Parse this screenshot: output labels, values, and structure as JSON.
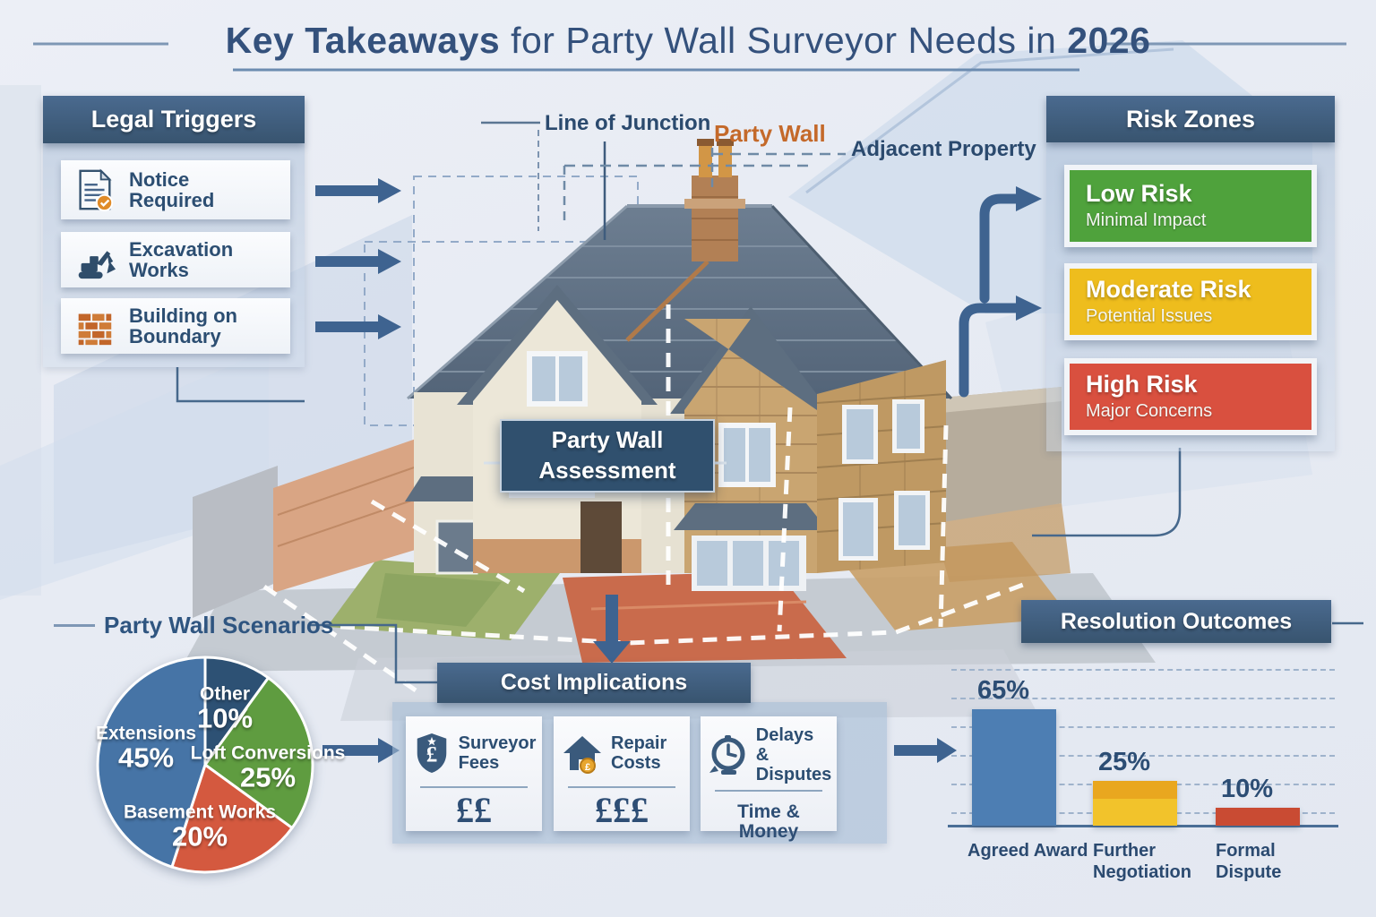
{
  "title": {
    "lead": "Key Takeaways",
    "mid": " for Party Wall Surveyor Needs in ",
    "year": "2026"
  },
  "legal": {
    "header": "Legal Triggers",
    "items": [
      {
        "label": "Notice Required",
        "icon": "document-notice-icon"
      },
      {
        "label": "Excavation Works",
        "icon": "excavator-icon"
      },
      {
        "label": "Building on Boundary",
        "icon": "brick-wall-icon"
      }
    ]
  },
  "house_labels": {
    "line_of_junction": "Line of Junction",
    "party_wall": "Party Wall",
    "adjacent_property": "Adjacent Property",
    "assessment_line1": "Party Wall",
    "assessment_line2": "Assessment"
  },
  "risk": {
    "header": "Risk Zones",
    "items": [
      {
        "title": "Low Risk",
        "subtitle": "Minimal Impact",
        "color": "#4fa23c"
      },
      {
        "title": "Moderate Risk",
        "subtitle": "Potential Issues",
        "color": "#eebd1d"
      },
      {
        "title": "High Risk",
        "subtitle": "Major Concerns",
        "color": "#d9503f"
      }
    ]
  },
  "scenarios": {
    "title": "Party Wall Scenarios"
  },
  "cost": {
    "header": "Cost Implications",
    "cards": [
      {
        "icon": "shield-pound-icon",
        "title": "Surveyor Fees",
        "value": "££"
      },
      {
        "icon": "house-coin-icon",
        "title": "Repair Costs",
        "value": "£££"
      },
      {
        "icon": "clock-icon",
        "title": "Delays & Disputes",
        "value": "Time & Money"
      }
    ]
  },
  "outcomes": {
    "header": "Resolution Outcomes"
  },
  "chart_data": [
    {
      "type": "pie",
      "title": "Party Wall Scenarios",
      "labels": [
        "Other",
        "Loft Conversions",
        "Basement Works",
        "Extensions"
      ],
      "values": [
        10,
        25,
        20,
        45
      ],
      "pct_labels": [
        "10%",
        "25%",
        "20%",
        "45%"
      ],
      "colors": [
        "#2d5174",
        "#5f9c40",
        "#d4593f",
        "#4674a6"
      ],
      "start_angle_deg": 0,
      "direction": "clockwise-from-top",
      "legend": "labels inside slices"
    },
    {
      "type": "bar",
      "title": "Resolution Outcomes",
      "categories": [
        "Agreed Award",
        "Further Negotiation",
        "Formal Dispute"
      ],
      "values": [
        65,
        25,
        10
      ],
      "value_labels": [
        "65%",
        "25%",
        "10%"
      ],
      "colors": [
        "#4d7eb3",
        "#e9a71f",
        "#c94b33"
      ],
      "colors2": [
        null,
        "#f2c32b",
        null
      ],
      "ylim": [
        0,
        100
      ],
      "grid": "dashed horizontal lines"
    }
  ]
}
